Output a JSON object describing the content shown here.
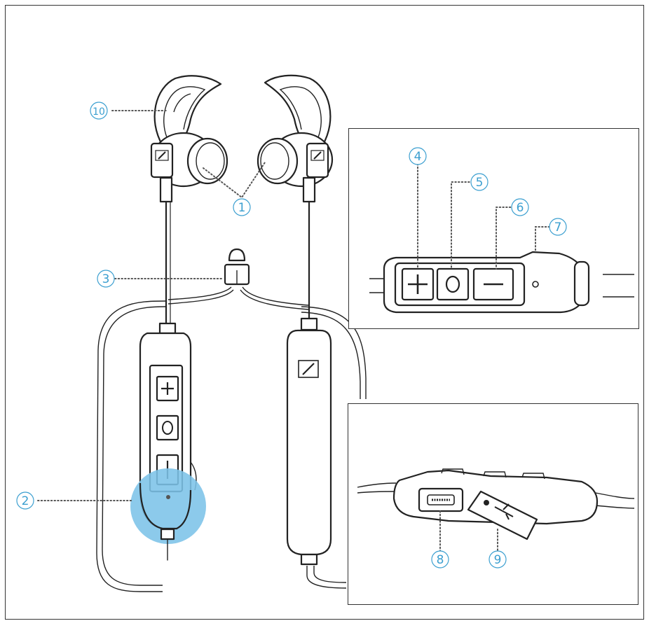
{
  "diagram": {
    "callouts": [
      {
        "id": "earpieces",
        "label": "1"
      },
      {
        "id": "led",
        "label": "2"
      },
      {
        "id": "cable-clip",
        "label": "3"
      },
      {
        "id": "plus-button",
        "label": "4"
      },
      {
        "id": "multi-function-button",
        "label": "5"
      },
      {
        "id": "minus-button",
        "label": "6"
      },
      {
        "id": "microphone",
        "label": "7"
      },
      {
        "id": "usb-socket",
        "label": "8"
      },
      {
        "id": "usb-cover",
        "label": "9"
      },
      {
        "id": "ear-fins",
        "label": "10"
      }
    ],
    "colors": {
      "accent": "#3b9fd0",
      "highlight": "#7cc3e8",
      "line": "#222222"
    }
  }
}
